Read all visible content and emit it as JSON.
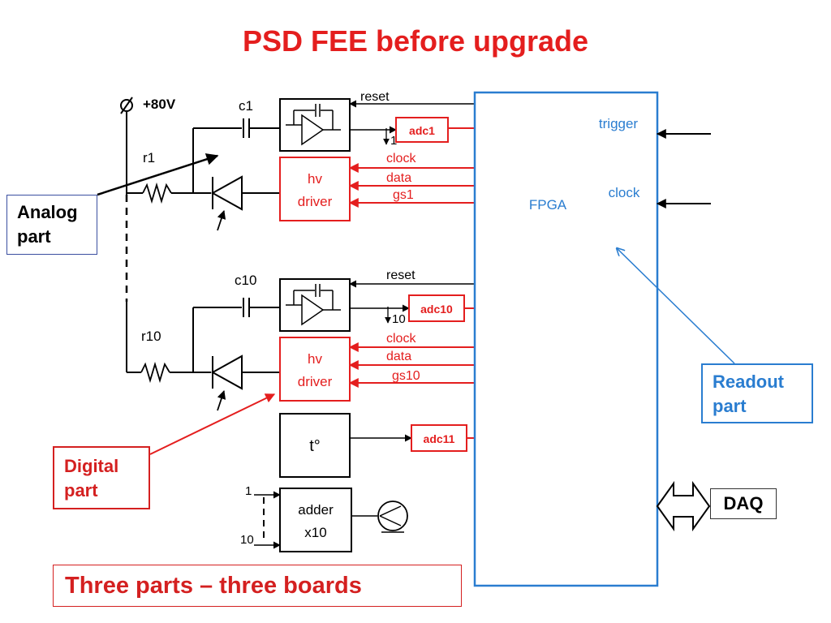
{
  "title": "PSD FEE before upgrade",
  "labels": {
    "voltage": "+80V",
    "c1": "c1",
    "c10": "c10",
    "r1": "r1",
    "r10": "r10",
    "reset_top": "reset",
    "reset_bottom": "reset",
    "adc1": "adc1",
    "adc10": "adc10",
    "adc11": "adc11",
    "output_1": "1",
    "output_10": "10",
    "hv": "hv",
    "driver": "driver",
    "clock_left": "clock",
    "data": "data",
    "gs1": "gs1",
    "gs10": "gs10",
    "temp": "t°",
    "adder": "adder",
    "x10": "x10",
    "adder_in_1": "1",
    "adder_in_10": "10",
    "fpga": "FPGA",
    "trigger": "trigger",
    "clock_right": "clock"
  },
  "boxes": {
    "analog_line1": "Analog",
    "analog_line2": "part",
    "digital_line1": "Digital",
    "digital_line2": "part",
    "readout_line1": "Readout",
    "readout_line2": "part",
    "daq": "DAQ",
    "three_parts": "Three parts – three boards"
  },
  "colors": {
    "red": "#e41e1e",
    "blue": "#2a7dd0",
    "black": "#000000"
  }
}
